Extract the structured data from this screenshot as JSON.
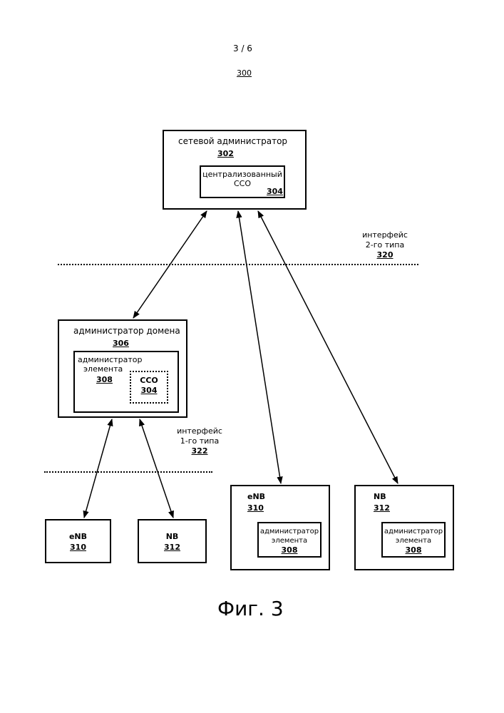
{
  "page": {
    "page_number": "3 / 6",
    "figure_ref": "300",
    "caption": "Фиг. 3"
  },
  "network_manager": {
    "title": "сетевой администратор",
    "ref": "302",
    "inner": {
      "line1": "централизованный",
      "line2": "ССО",
      "ref": "304"
    }
  },
  "interface_2": {
    "line1": "интерфейс",
    "line2": "2-го типа",
    "ref": "320"
  },
  "domain_manager": {
    "title": "администратор домена",
    "ref": "306",
    "element_manager": {
      "line1": "администратор",
      "line2": "элемента",
      "ref": "308"
    },
    "sco": {
      "label": "ССО",
      "ref": "304"
    }
  },
  "interface_1": {
    "line1": "интерфейс",
    "line2": "1-го типа",
    "ref": "322"
  },
  "left_enb": {
    "label": "eNB",
    "ref": "310"
  },
  "left_nb": {
    "label": "NB",
    "ref": "312"
  },
  "right_enb": {
    "label": "eNB",
    "ref": "310",
    "inner": {
      "line1": "администратор",
      "line2": "элемента",
      "ref": "308"
    }
  },
  "right_nb": {
    "label": "NB",
    "ref": "312",
    "inner": {
      "line1": "администратор",
      "line2": "элемента",
      "ref": "308"
    }
  }
}
